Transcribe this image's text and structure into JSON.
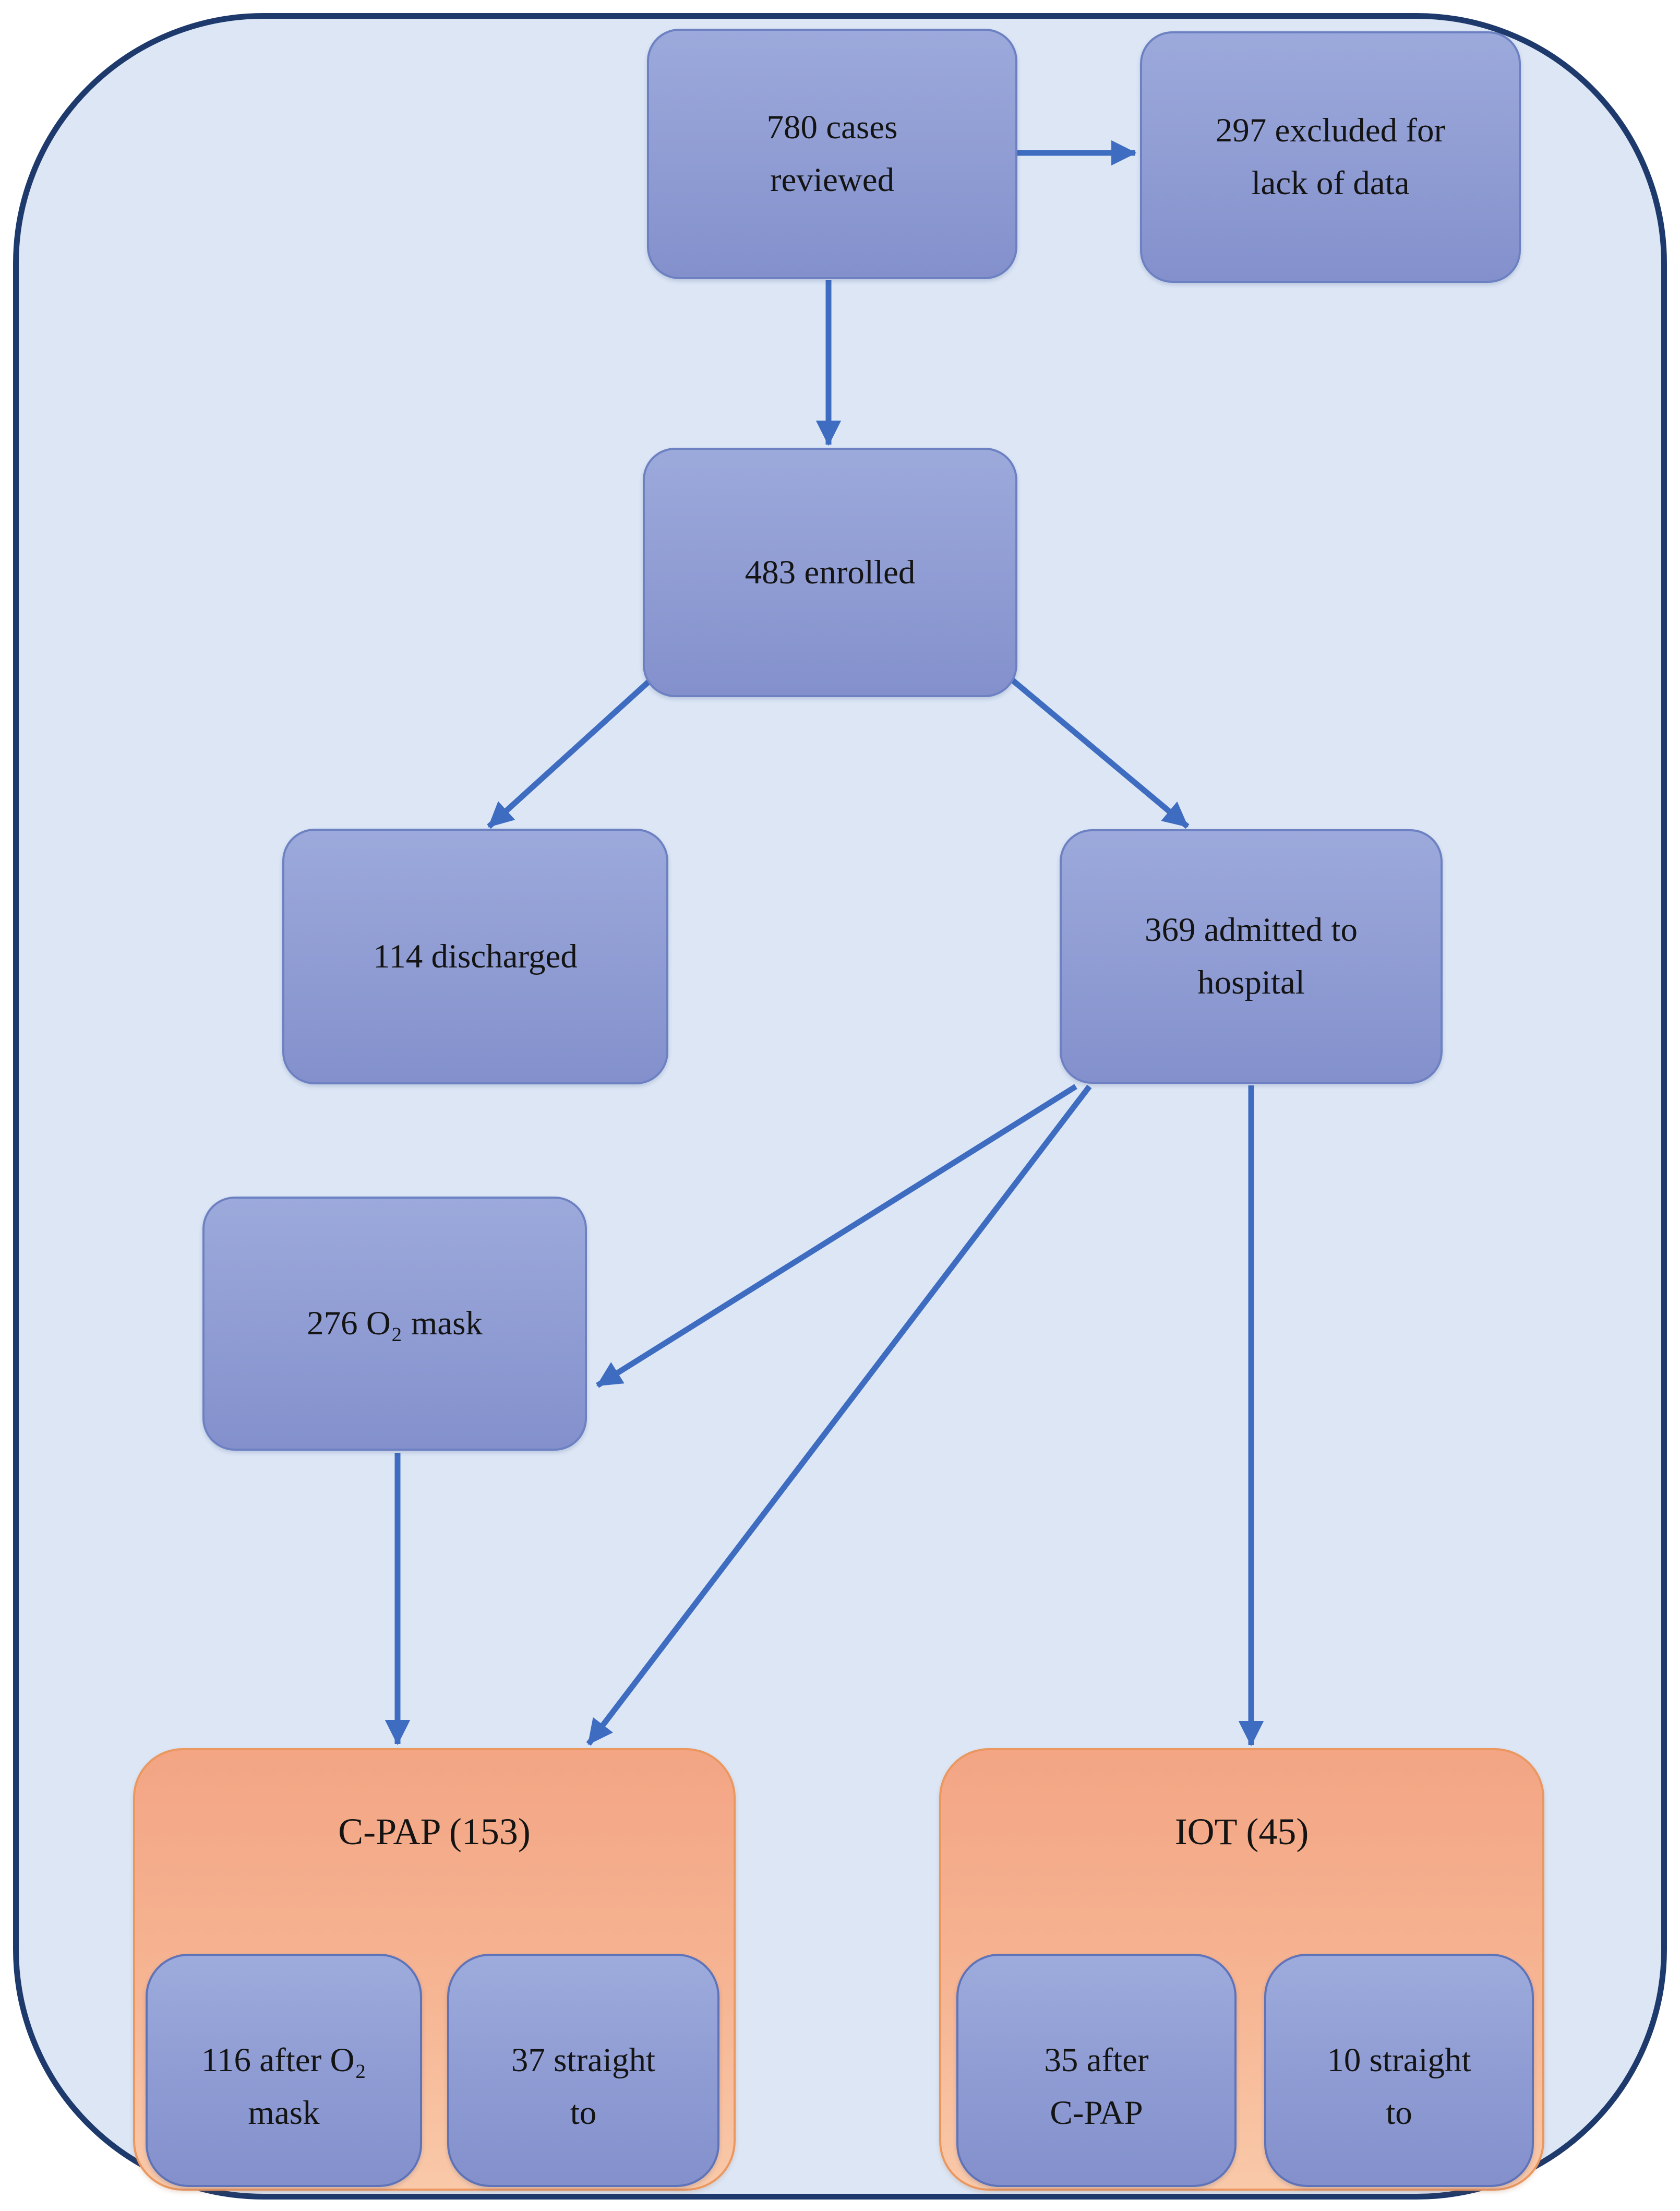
{
  "figure": {
    "type": "flowchart",
    "colors": {
      "canvas_fill": "#dce6f5",
      "canvas_border": "#1e3a6d",
      "node_fill_top": "#9ca9db",
      "node_fill_bottom": "#8390cc",
      "node_border": "#6d81c2",
      "group_fill_top": "#f3a584",
      "group_fill_bottom": "#f9c9a9",
      "group_border": "#ea9760",
      "arrow": "#3e6cc0",
      "text": "#141414"
    },
    "nodes": {
      "cases_reviewed": {
        "lines": [
          "780 cases",
          "reviewed"
        ]
      },
      "excluded": {
        "lines": [
          "297 excluded for",
          "lack of data"
        ]
      },
      "enrolled": {
        "lines": [
          "483 enrolled"
        ]
      },
      "discharged": {
        "lines": [
          "114 discharged"
        ]
      },
      "admitted": {
        "lines": [
          "369 admitted to",
          "hospital"
        ]
      },
      "o2_mask": {
        "lines": [
          "276 O₂ mask"
        ]
      },
      "cpap_group": {
        "title": "C-PAP (153)",
        "children": [
          {
            "lines": [
              "116 after O₂",
              "mask"
            ]
          },
          {
            "lines": [
              "37 straight",
              "to"
            ]
          }
        ]
      },
      "iot_group": {
        "title": "IOT (45)",
        "children": [
          {
            "lines": [
              "35 after",
              "C-PAP"
            ]
          },
          {
            "lines": [
              "10 straight",
              "to"
            ]
          }
        ]
      }
    },
    "edges": [
      {
        "from": "780 cases reviewed",
        "to": "297 excluded for lack of data"
      },
      {
        "from": "780 cases reviewed",
        "to": "483 enrolled"
      },
      {
        "from": "483 enrolled",
        "to": "114 discharged"
      },
      {
        "from": "483 enrolled",
        "to": "369 admitted to hospital"
      },
      {
        "from": "369 admitted to hospital",
        "to": "276 O₂ mask"
      },
      {
        "from": "369 admitted to hospital",
        "to": "C-PAP (153)"
      },
      {
        "from": "369 admitted to hospital",
        "to": "IOT (45)"
      },
      {
        "from": "276 O₂ mask",
        "to": "C-PAP (153)"
      }
    ]
  }
}
